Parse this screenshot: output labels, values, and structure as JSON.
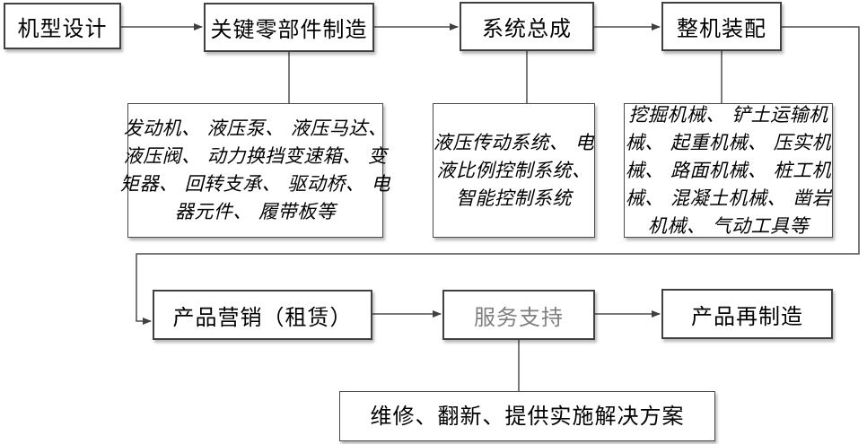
{
  "colors": {
    "background": "#ffffff",
    "box_border": "#404040",
    "connector": "#4d4d4d",
    "text": "#000000",
    "muted_text": "#7f7f7f",
    "shadow": "#b8b8b8"
  },
  "flow": {
    "top_row": [
      {
        "label": "机型设计"
      },
      {
        "label": "关键零部件制造"
      },
      {
        "label": "系统总成"
      },
      {
        "label": "整机装配"
      }
    ],
    "detail_boxes": [
      {
        "lines": [
          "发动机、 液压泵、 液压马达、",
          "液压阀、 动力换挡变速箱、 变",
          "矩器、 回转支承、 驱动桥、 电",
          "器元件、 履带板等"
        ]
      },
      {
        "lines": [
          "液压传动系统、 电",
          "液比例控制系统、",
          "智能控制系统"
        ]
      },
      {
        "lines": [
          "挖掘机械、 铲土运输机",
          "械、 起重机械、 压实机",
          "械、 路面机械、 桩工机",
          "械、 混凝土机械、 凿岩",
          "机械、 气动工具等"
        ]
      }
    ],
    "bottom_row": [
      {
        "label": "产品营销（租赁）"
      },
      {
        "label": "服务支持"
      },
      {
        "label": "产品再制造"
      }
    ],
    "service_detail": {
      "label": "维修、翻新、提供实施解决方案"
    }
  }
}
